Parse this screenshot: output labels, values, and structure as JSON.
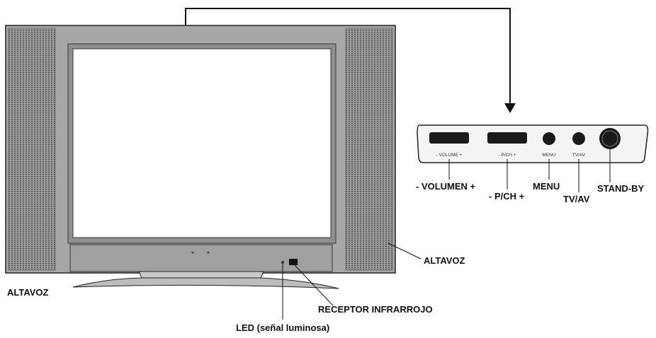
{
  "labels": {
    "speaker_left": "ALTAVOZ",
    "speaker_right": "ALTAVOZ",
    "ir_receiver": "RECEPTOR INFRARROJO",
    "led": "LED (señal luminosa)",
    "volume": "- VOLUMEN +",
    "channel": "- P/CH +",
    "menu": "MENU",
    "tvav": "TV/AV",
    "standby": "STAND-BY"
  },
  "panel_print": {
    "volume": "- VOLUME +",
    "channel": "- P/CH +",
    "menu": "MENU",
    "tvav": "TV/AV"
  },
  "colors": {
    "bezel": "#a7a7a7",
    "speaker_grille": "#8a8a8a",
    "screen": "#ffffff",
    "outline": "#222222",
    "control_button": "#1a1a1a"
  }
}
